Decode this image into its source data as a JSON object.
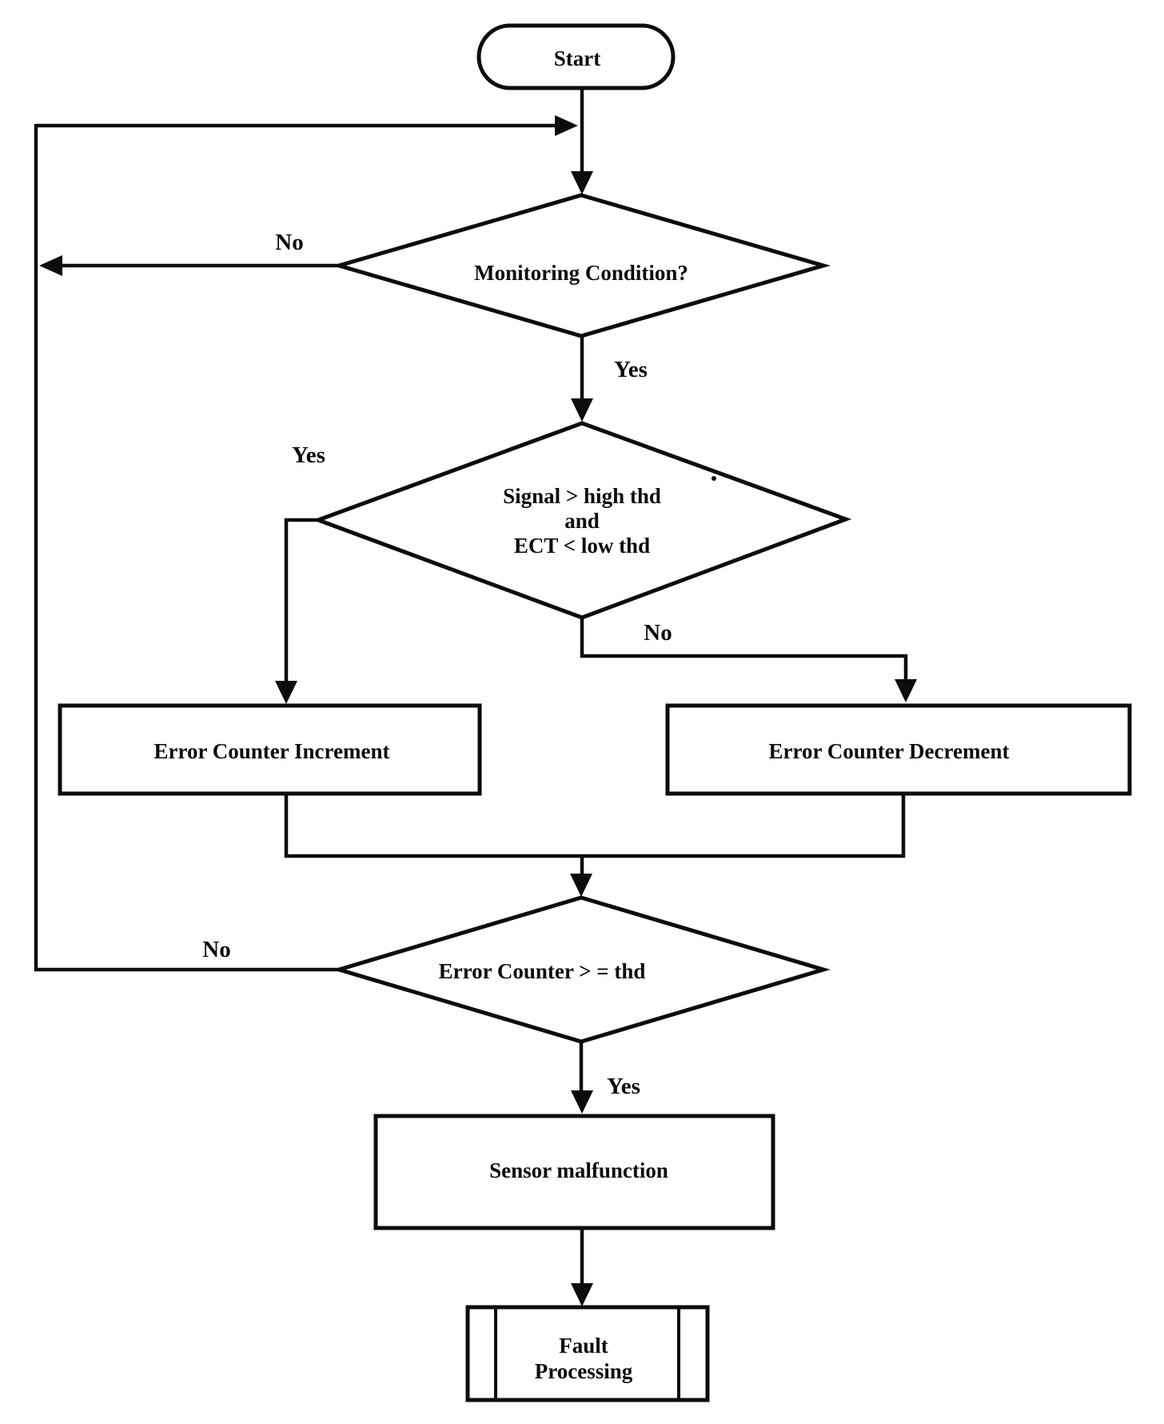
{
  "flowchart": {
    "title_hint": "Sensor fault monitoring flowchart",
    "ink_color": "#0c0c0c",
    "background_color": "#ffffff",
    "nodes": {
      "start": {
        "type": "terminator",
        "label": "Start"
      },
      "monitoring": {
        "type": "decision",
        "label": "Monitoring Condition?"
      },
      "signal_check": {
        "type": "decision",
        "line1": "Signal > high thd",
        "line2": "and",
        "line3": "ECT < low thd"
      },
      "increment": {
        "type": "process",
        "label": "Error Counter Increment"
      },
      "decrement": {
        "type": "process",
        "label": "Error Counter Decrement"
      },
      "counter_check": {
        "type": "decision",
        "label": "Error Counter > = thd"
      },
      "malfunction": {
        "type": "process",
        "label": "Sensor malfunction"
      },
      "fault": {
        "type": "predefined-process",
        "line1": "Fault",
        "line2": "Processing"
      }
    },
    "edge_labels": {
      "monitoring_no": "No",
      "monitoring_yes": "Yes",
      "signal_yes": "Yes",
      "signal_no": "No",
      "counter_no": "No",
      "counter_yes": "Yes"
    }
  }
}
